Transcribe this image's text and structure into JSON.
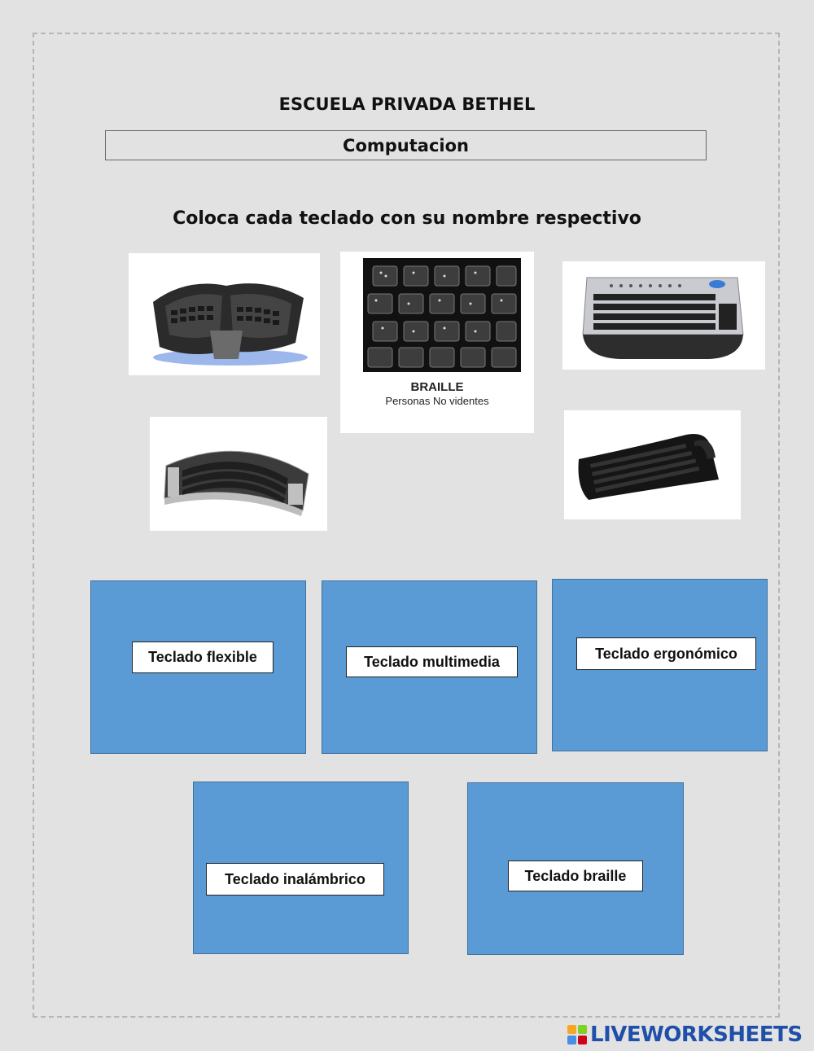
{
  "header": {
    "school": "ESCUELA  PRIVADA BETHEL",
    "subject": "Computacion",
    "instruction": "Coloca cada teclado con su nombre  respectivo"
  },
  "images": {
    "braille": {
      "title": "BRAILLE",
      "subtitle": "Personas No videntes"
    }
  },
  "labels": [
    "Teclado flexible",
    "Teclado multimedia",
    "Teclado ergonómico",
    "Teclado inalámbrico",
    "Teclado braille"
  ],
  "footer": {
    "brand": "LIVEWORKSHEETS"
  },
  "colors": {
    "dropzone": "#5b9bd5",
    "brand": "#1f4fa8",
    "badge": [
      "#f5a623",
      "#7ed321",
      "#4a90e2",
      "#d0021b"
    ]
  }
}
